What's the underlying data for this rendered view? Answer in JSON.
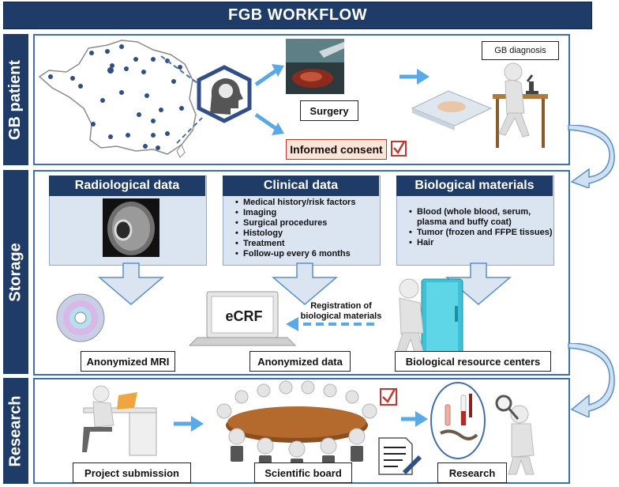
{
  "title": "FGB WORKFLOW",
  "sections": {
    "patient": "GB patient",
    "storage": "Storage",
    "research": "Research"
  },
  "patient_row": {
    "surgery": "Surgery",
    "diagnosis": "GB diagnosis",
    "consent": "Informed consent"
  },
  "columns": {
    "radiological": {
      "title": "Radiological data"
    },
    "clinical": {
      "title": "Clinical data",
      "items": [
        "Medical history/risk factors",
        "Imaging",
        "Surgical procedures",
        "Histology",
        "Treatment",
        "Follow-up every 6 months"
      ]
    },
    "biological": {
      "title": "Biological materials",
      "items": [
        "Blood (whole blood, serum, plasma and buffy coat)",
        "Tumor (frozen and FFPE tissues)",
        "Hair"
      ]
    }
  },
  "storage_row": {
    "ecrf": "eCRF",
    "registration": [
      "Registration of",
      "biological materials"
    ],
    "anonymized_mri": "Anonymized MRI",
    "anonymized_data": "Anonymized data",
    "resource_centers": "Biological resource centers"
  },
  "research_row": {
    "project": "Project submission",
    "board": "Scientific board",
    "research": "Research"
  },
  "colors": {
    "navy": "#1f3c68",
    "panel_border": "#3f6fb0",
    "arrow": "#5aa9e6",
    "light_blue": "#dbe5f1",
    "consent_bg": "#fce4d6",
    "check_red": "#c0392b"
  },
  "icons": [
    "france-map",
    "head-brain-icon",
    "surgery-photo",
    "microscope-figure",
    "mri-scan",
    "cd-disc-icon",
    "laptop-icon",
    "freezer-figure",
    "desk-figure",
    "round-table-figure",
    "document-pen-icon",
    "magnifier-figure",
    "checkbox-icon"
  ]
}
